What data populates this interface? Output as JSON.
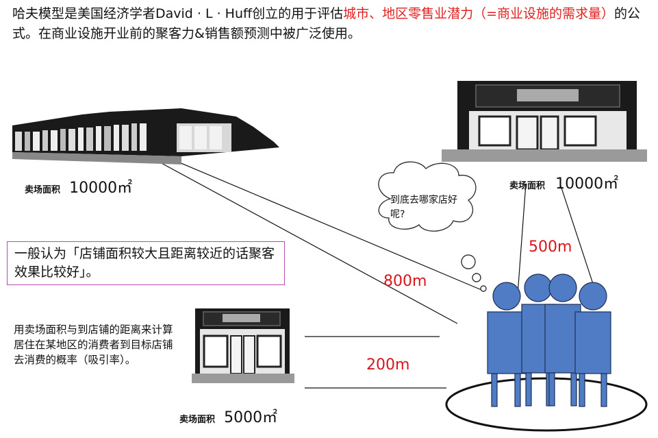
{
  "intro": {
    "part1": "哈夫模型是美国经济学者David · L · Huff创立的用于评估",
    "highlight": "城市、地区零售业潜力（=商业设施的需求量）",
    "part2": "的公式。在商业设施开业前的聚客力&销售额预测中被广泛使用。"
  },
  "stores": {
    "left_large": {
      "area_label": "卖场面积",
      "area_value": "10000㎡"
    },
    "right_large": {
      "area_label": "卖场面积",
      "area_value": "10000㎡"
    },
    "small": {
      "area_label": "卖场面积",
      "area_value": "5000㎡"
    }
  },
  "distances": {
    "left_large": "800m",
    "right_large": "500m",
    "small": "200m"
  },
  "thought_bubble": "到底去哪家店好呢?",
  "callout": "一般认为「店铺面积较大且距离较近的话聚客效果比较好」。",
  "note": "用卖场面积与到店铺的距离来计算居住在某地区的消费者到目标店铺去消费的概率（吸引率）。",
  "colors": {
    "highlight": "#e0201f",
    "distance": "#d9141b",
    "people": "#4f7cc4",
    "callout_border": "#b44ab4"
  }
}
